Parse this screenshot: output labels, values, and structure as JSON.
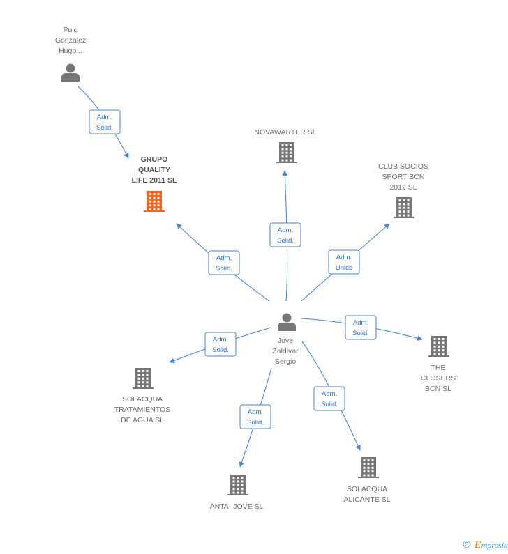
{
  "colors": {
    "edge": "#4a86cf",
    "badge_border": "#4a86cf",
    "badge_text": "#2f6fc4",
    "building": "#777777",
    "building_focus": "#f26522",
    "person": "#777777",
    "label": "#6b6b6b"
  },
  "nodes": [
    {
      "id": "puig",
      "type": "person",
      "label": [
        "Puig",
        "Gonzalez",
        "Hugo..."
      ]
    },
    {
      "id": "grupo",
      "type": "company",
      "focus": true,
      "label": [
        "GRUPO",
        "QUALITY",
        "LIFE 2011 SL"
      ]
    },
    {
      "id": "nova",
      "type": "company",
      "label": [
        "NOVAWARTER SL"
      ]
    },
    {
      "id": "club",
      "type": "company",
      "label": [
        "CLUB SOCIOS",
        "SPORT BCN",
        "2012 SL"
      ]
    },
    {
      "id": "jove",
      "type": "person",
      "label": [
        "Jove",
        "Zaldivar",
        "Sergio"
      ]
    },
    {
      "id": "closers",
      "type": "company",
      "label": [
        "THE",
        "CLOSERS",
        "BCN SL"
      ]
    },
    {
      "id": "solacqua_trat",
      "type": "company",
      "label": [
        "SOLACQUA",
        "TRATAMIENTOS",
        "DE AGUA SL"
      ]
    },
    {
      "id": "anta",
      "type": "company",
      "label": [
        "ANTA- JOVE SL"
      ]
    },
    {
      "id": "solacqua_ali",
      "type": "company",
      "label": [
        "SOLACQUA",
        "ALICANTE SL"
      ]
    }
  ],
  "edges": [
    {
      "from": "puig",
      "to": "grupo",
      "label": [
        "Adm.",
        "Solid."
      ]
    },
    {
      "from": "jove",
      "to": "grupo",
      "label": [
        "Adm.",
        "Solid."
      ]
    },
    {
      "from": "jove",
      "to": "nova",
      "label": [
        "Adm.",
        "Solid."
      ]
    },
    {
      "from": "jove",
      "to": "club",
      "label": [
        "Adm.",
        "Unico"
      ]
    },
    {
      "from": "jove",
      "to": "closers",
      "label": [
        "Adm.",
        "Solid."
      ]
    },
    {
      "from": "jove",
      "to": "solacqua_trat",
      "label": [
        "Adm.",
        "Solid."
      ]
    },
    {
      "from": "jove",
      "to": "anta",
      "label": [
        "Adm.",
        "Solid."
      ]
    },
    {
      "from": "jove",
      "to": "solacqua_ali",
      "label": [
        "Adm.",
        "Solid."
      ]
    }
  ],
  "footer": {
    "copyright": "©",
    "brand_initial": "E",
    "brand_rest": "mpresia"
  }
}
